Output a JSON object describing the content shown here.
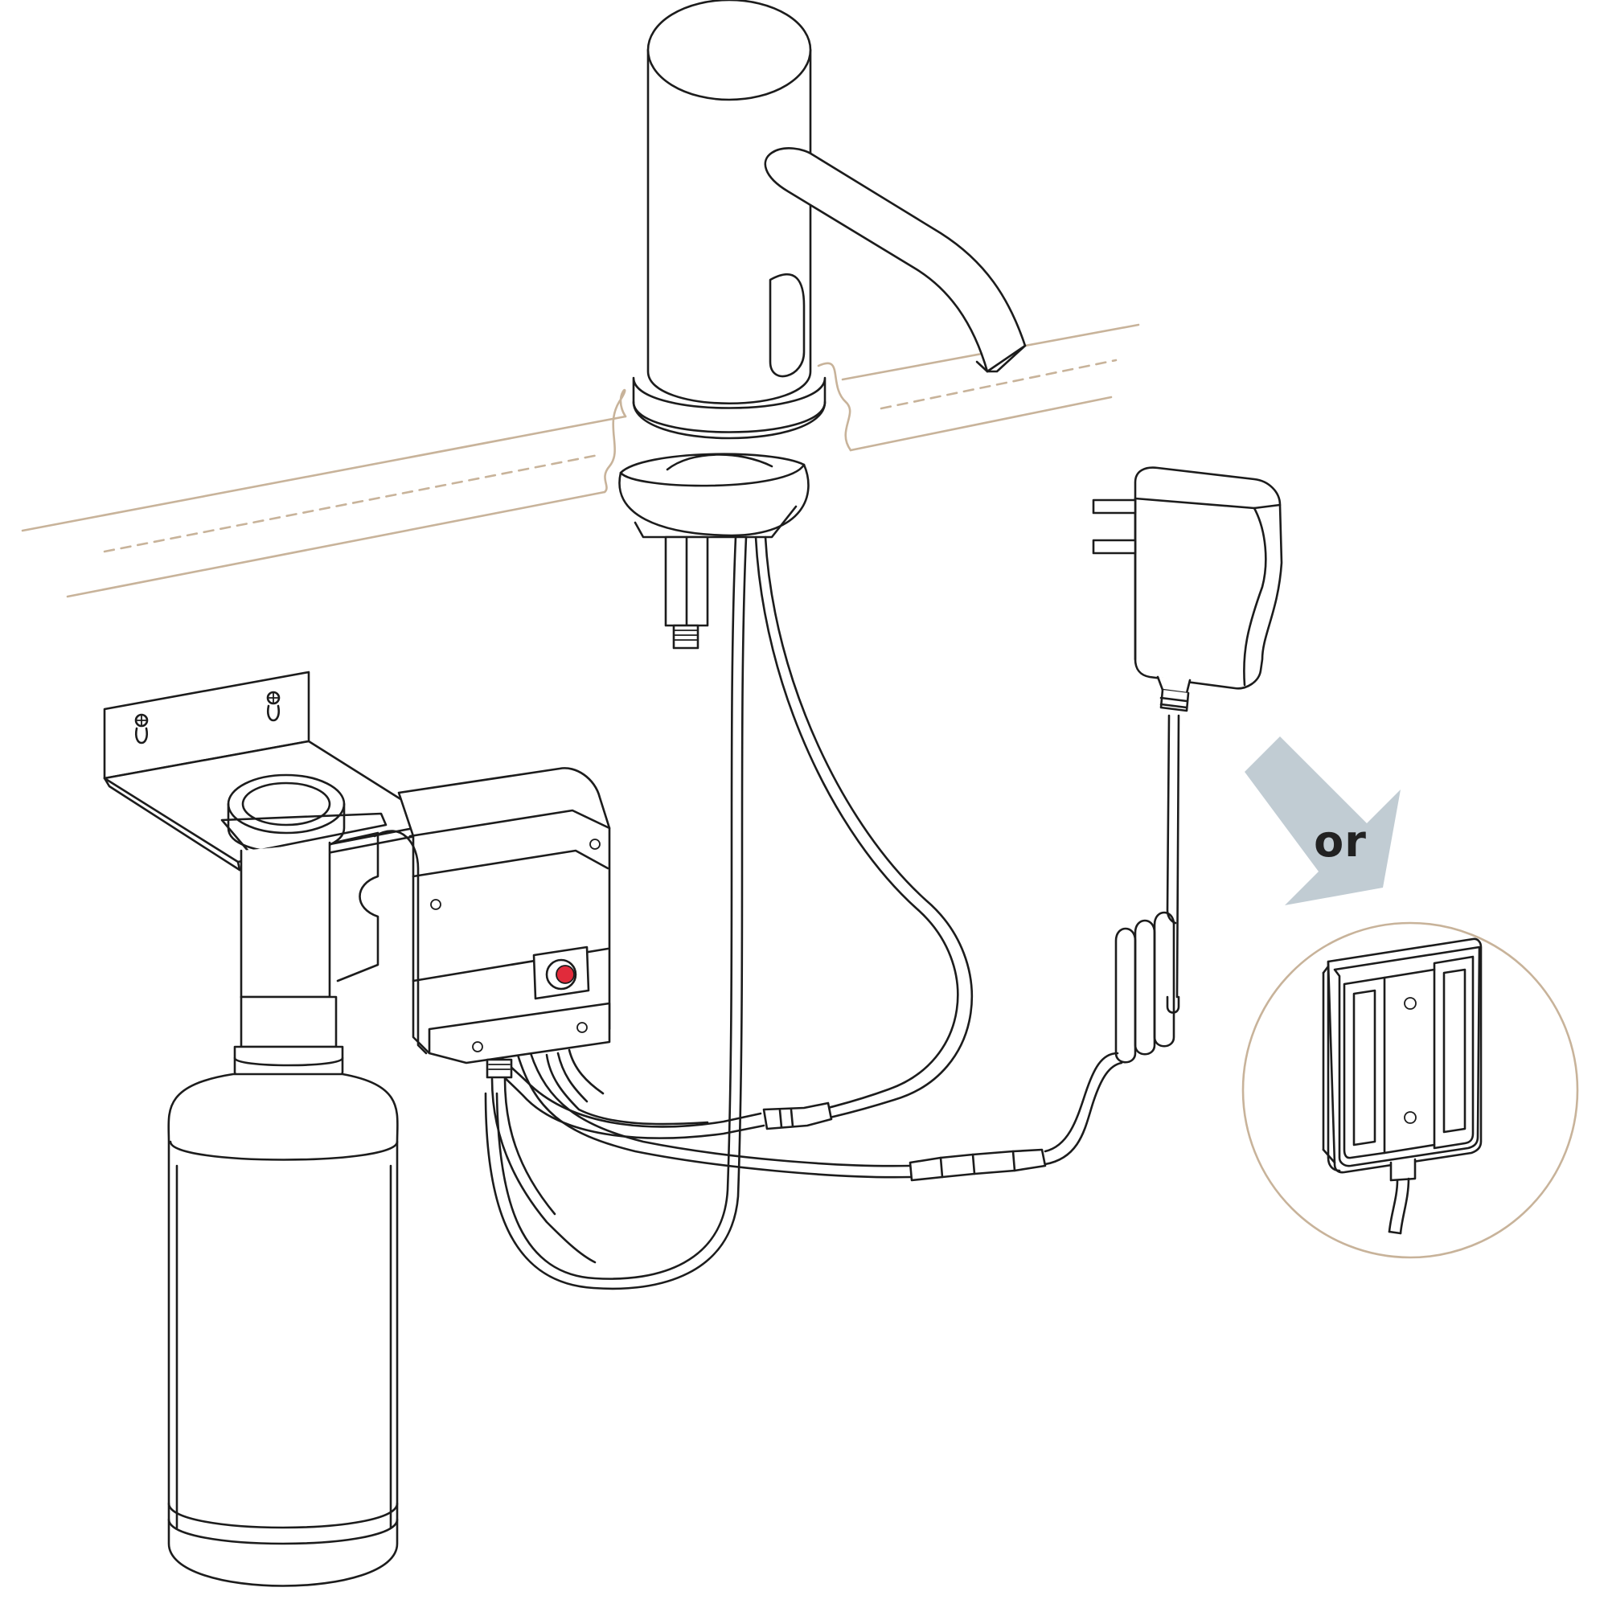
{
  "callout": {
    "label": "or"
  },
  "colors": {
    "counter": "#c8b39a",
    "arrow": "#c1ccd3",
    "button": "#e12b3b",
    "line": "#1c1c1c",
    "label": "#222222"
  },
  "components": [
    "sensor-faucet",
    "faucet-mount-nut",
    "soap-pump-unit",
    "pump-mounting-bracket",
    "soap-bottle",
    "power-adapter",
    "battery-box"
  ]
}
